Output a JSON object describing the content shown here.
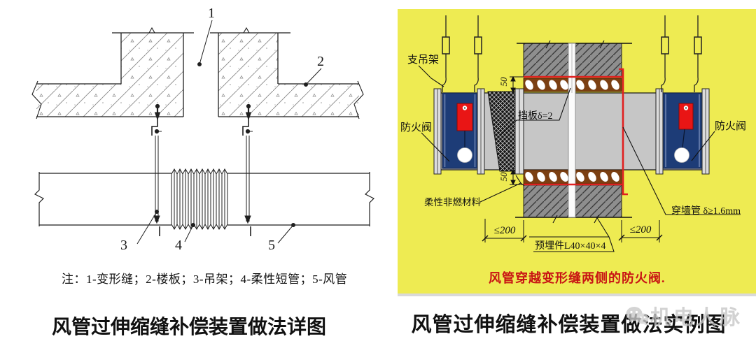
{
  "left": {
    "callout_1": "1",
    "callout_2": "2",
    "callout_3": "3",
    "callout_4": "4",
    "callout_5": "5",
    "note": "注：1-变形缝；2-楼板；3-吊架；4-柔性短管；5-风管",
    "caption": "风管过伸缩缝补偿装置做法详图"
  },
  "right": {
    "label_hanger": "支吊架",
    "label_damper_left": "防火阀",
    "label_damper_right": "防火阀",
    "label_baffle": "挡板δ=2",
    "label_flexible": "柔性非燃材料",
    "label_sleeve": "穿墙管 δ≥1.6mm",
    "label_embed": "预埋件L40×40×4",
    "dim_50_top": "50",
    "dim_50_bottom": "50",
    "dim_200_left": "≤200",
    "dim_200_right": "≤200",
    "red_caption": "风管穿越变形缝两侧的防火阀.",
    "caption": "风管过伸缩缝补偿装置做法实例图",
    "colors": {
      "panel_bg": "#eeeb52",
      "damper_blue": "#1d3c77",
      "actuator_red": "#e91515",
      "sleeve_red": "#e02020",
      "insulation_brown": "#7b3f12",
      "wall_gray": "#8e8e8e",
      "duct_gray": "#c6c6c6",
      "caption_red": "#c81414"
    }
  },
  "watermark": {
    "text": "机电人脉",
    "icon": "wechat-icon"
  }
}
